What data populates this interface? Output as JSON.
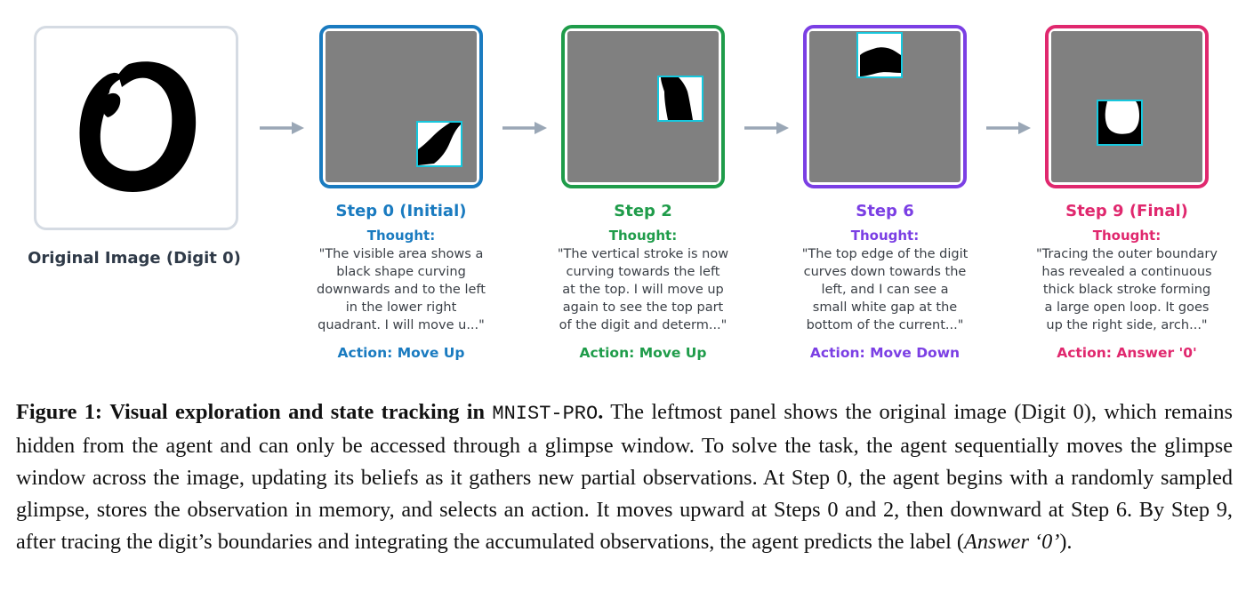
{
  "original": {
    "caption": "Original Image (Digit 0)"
  },
  "colors": {
    "step0": "#1a7bc0",
    "step2": "#1f9c4a",
    "step6": "#7b3fe4",
    "step9": "#e0286e",
    "arrow": "#9aa7b6",
    "glimpse_border": "#17c7dd",
    "canvas": "#808080"
  },
  "steps": [
    {
      "title": "Step 0 (Initial)",
      "thought_label": "Thought:",
      "thought_lines": [
        "\"The visible area shows a",
        "black shape curving",
        "downwards and to the left",
        "in the lower right",
        "quadrant. I will move u...\""
      ],
      "action": "Action: Move Up"
    },
    {
      "title": "Step 2",
      "thought_label": "Thought:",
      "thought_lines": [
        "\"The vertical stroke is now",
        "curving towards the left",
        "at the top. I will move up",
        "again to see the top part",
        "of the digit and determ...\""
      ],
      "action": "Action: Move Up"
    },
    {
      "title": "Step 6",
      "thought_label": "Thought:",
      "thought_lines": [
        "\"The top edge of the digit",
        "curves down towards the",
        "left, and I can see a",
        "small white gap at the",
        "bottom of the current...\""
      ],
      "action": "Action: Move Down"
    },
    {
      "title": "Step 9 (Final)",
      "thought_label": "Thought:",
      "thought_lines": [
        "\"Tracing the outer boundary",
        "has revealed a continuous",
        "thick black stroke forming",
        "a large open loop. It goes",
        "up the right side, arch...\""
      ],
      "action": "Action: Answer '0'"
    }
  ],
  "caption": {
    "label": "Figure 1:",
    "bold_text": "Visual exploration and state tracking in",
    "mono_text": "MNIST-PRO",
    "bold_period": ".",
    "lines": [
      " The leftmost panel shows the original image",
      "(Digit 0), which remains hidden from the agent and can only be accessed through a glimpse window. To solve",
      "the task, the agent sequentially moves the glimpse window across the image, updating its beliefs as it gathers",
      "new partial observations. At Step 0, the agent begins with a randomly sampled glimpse, stores the observation in",
      "memory, and selects an action. It moves upward at Steps 0 and 2, then downward at Step 6. By Step 9, after tracing",
      "the digit’s boundaries and integrating the accumulated observations, the agent predicts the label ("
    ],
    "italic_tail": "Answer ‘0’",
    "tail_end": ")."
  }
}
